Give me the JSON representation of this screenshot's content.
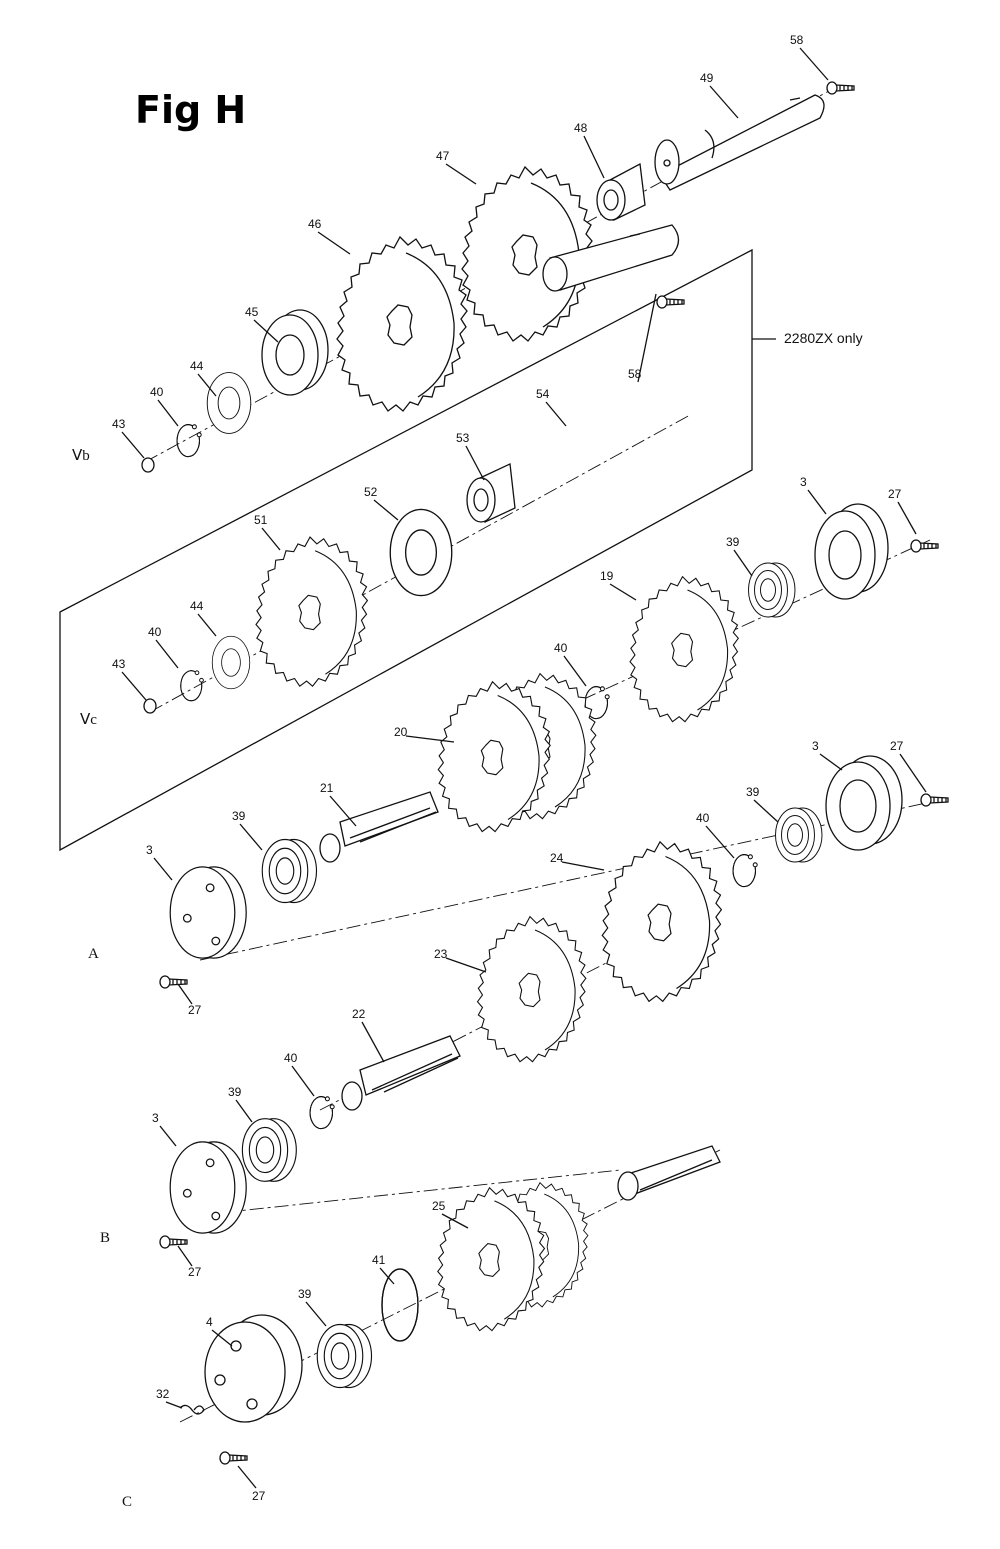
{
  "figure": {
    "title": "Fig H",
    "note": "2280ZX only"
  },
  "rows": [
    "Ⅴb",
    "Ⅴc",
    "A",
    "B",
    "C"
  ],
  "parts": [
    "58",
    "49",
    "48",
    "47",
    "46",
    "45",
    "44",
    "43",
    "40",
    "3",
    "27",
    "54",
    "53",
    "52",
    "51",
    "39",
    "19",
    "20",
    "21",
    "24",
    "23",
    "22",
    "25",
    "41",
    "4",
    "32"
  ],
  "part_callouts": {
    "vb": [
      "58",
      "49",
      "48",
      "47",
      "46",
      "45",
      "44",
      "40",
      "43"
    ],
    "vc": [
      "58",
      "54",
      "53",
      "52",
      "51",
      "44",
      "40",
      "43",
      "20",
      "40",
      "19",
      "39",
      "3",
      "27"
    ],
    "a": [
      "21",
      "39",
      "3",
      "27",
      "24",
      "40",
      "39",
      "3",
      "27"
    ],
    "b": [
      "23",
      "22",
      "40",
      "39",
      "3",
      "27"
    ],
    "c": [
      "25",
      "41",
      "39",
      "4",
      "32",
      "27"
    ]
  }
}
